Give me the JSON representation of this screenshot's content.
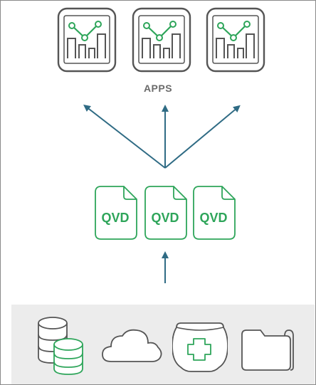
{
  "apps": {
    "label": "APPS",
    "items": [
      {
        "icon": "analytics-app-icon"
      },
      {
        "icon": "analytics-app-icon"
      },
      {
        "icon": "analytics-app-icon"
      }
    ]
  },
  "qvd_files": {
    "items": [
      {
        "label": "QVD",
        "icon": "qvd-file-icon"
      },
      {
        "label": "QVD",
        "icon": "qvd-file-icon"
      },
      {
        "label": "QVD",
        "icon": "qvd-file-icon"
      }
    ]
  },
  "sources": {
    "items": [
      {
        "icon": "database-icon"
      },
      {
        "icon": "cloud-icon"
      },
      {
        "icon": "add-data-jar-icon"
      },
      {
        "icon": "folder-icon"
      }
    ]
  },
  "colors": {
    "icon_gray": "#555555",
    "accent_green": "#2ea55a",
    "arrow_blue": "#2f6b84",
    "band_gray": "#ececec",
    "label_gray": "#6b6b6b"
  }
}
